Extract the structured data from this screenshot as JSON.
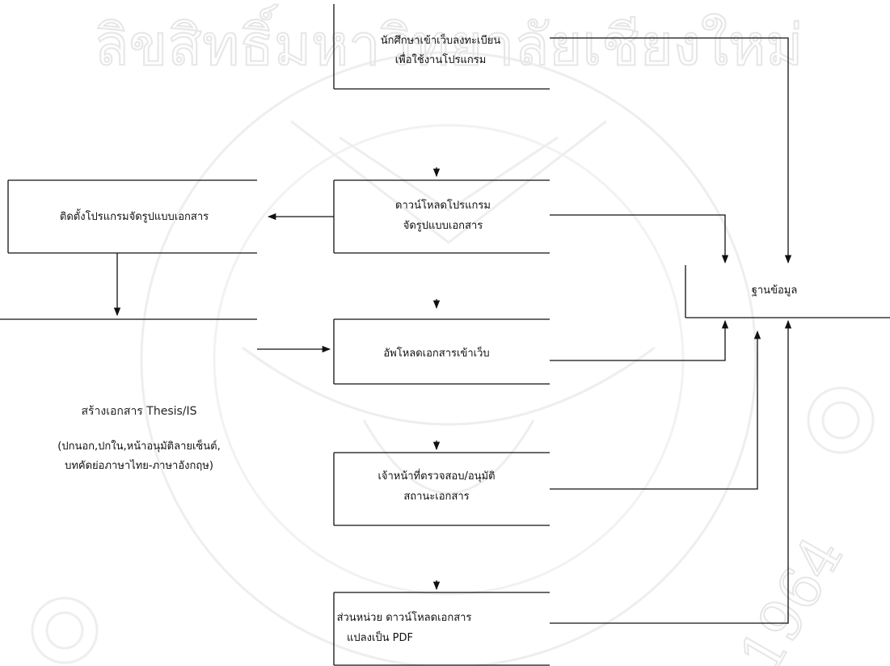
{
  "watermark": {
    "top_text": "ลิขสิทธิ์มหาวิทยาลัยเชียงใหม่",
    "year": "1964"
  },
  "nodes": {
    "register": {
      "lines": [
        "นักศึกษาเข้าเว็บลงทะเบียน",
        "เพื่อใช้งานโปรแกรม"
      ]
    },
    "download_program": {
      "lines": [
        "ดาวน์โหลดโปรแกรม",
        "จัดรูปแบบเอกสาร"
      ]
    },
    "install_program": {
      "lines": [
        "ติดตั้งโปรแกรมจัดรูปแบบเอกสาร"
      ]
    },
    "create_document": {
      "lines": [
        "สร้างเอกสาร Thesis/IS",
        "(ปกนอก,ปกใน,หน้าอนุมัติลายเซ็นต์,",
        "บทคัดย่อภาษาไทย-ภาษาอังกฤษ)"
      ]
    },
    "upload_document": {
      "lines": [
        "อัพโหลดเอกสารเข้าเว็บ"
      ]
    },
    "staff_review": {
      "lines": [
        "เจ้าหน้าที่ตรวจสอบ/อนุมัติ",
        "สถานะเอกสาร"
      ]
    },
    "download_pdf": {
      "lines": [
        "ส่วนหน่วย ดาวน์โหลดเอกสาร",
        "แปลงเป็น PDF"
      ]
    },
    "database": {
      "lines": [
        "ฐานข้อมูล"
      ]
    }
  }
}
